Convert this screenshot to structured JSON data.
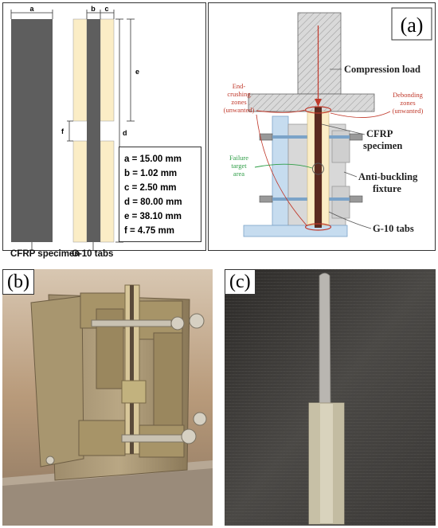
{
  "dimension_panel": {
    "dim_labels": {
      "a": "a",
      "b": "b",
      "c": "c",
      "d": "d",
      "e": "e",
      "f": "f"
    },
    "legend": [
      "a = 15.00 mm",
      "b = 1.02 mm",
      "c = 2.50 mm",
      "d = 80.00 mm",
      "e = 38.10 mm",
      "f = 4.75 mm"
    ],
    "label_specimen": "CFRP specimen",
    "label_tabs": "G-10 tabs"
  },
  "panel_a": {
    "letter": "(a)",
    "compression_load": "Compression load",
    "end_crushing": [
      "End-",
      "crushing",
      "zones",
      "(unwanted)"
    ],
    "debonding": [
      "Debonding",
      "zones",
      "(unwanted)"
    ],
    "cfrp_specimen": [
      "CFRP",
      "specimen"
    ],
    "failure_target": [
      "Failure",
      "target",
      "area"
    ],
    "anti_buckling": [
      "Anti-buckling",
      "fixture"
    ],
    "g10_tabs": "G-10 tabs"
  },
  "panel_b": {
    "letter": "(b)"
  },
  "panel_c": {
    "letter": "(c)"
  },
  "colors": {
    "specimen": "#5e5e5e",
    "tab": "#fbedc6",
    "fixture": "#d4d4d4",
    "fixture_blue": "#c6dcef",
    "annotation_red": "#c0392b",
    "annotation_green": "#2e9d46",
    "carbon": "#5a2a1f"
  }
}
